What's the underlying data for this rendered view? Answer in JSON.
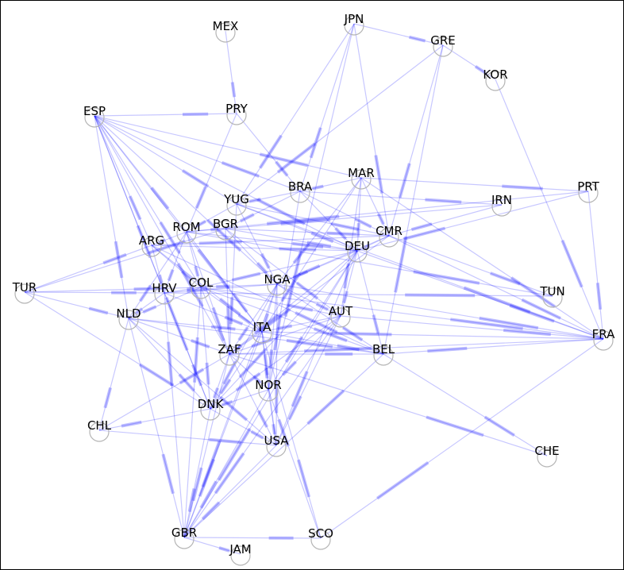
{
  "graph": {
    "colors": {
      "edge": "#0000ff",
      "node_ring": "#b4b4b4",
      "label": "#000000",
      "frame": "#000000"
    },
    "nodes": [
      {
        "id": "MEX",
        "label": "MEX"
      },
      {
        "id": "JPN",
        "label": "JPN"
      },
      {
        "id": "GRE",
        "label": "GRE"
      },
      {
        "id": "KOR",
        "label": "KOR"
      },
      {
        "id": "ESP",
        "label": "ESP"
      },
      {
        "id": "PRY",
        "label": "PRY"
      },
      {
        "id": "MAR",
        "label": "MAR"
      },
      {
        "id": "BRA",
        "label": "BRA"
      },
      {
        "id": "YUG",
        "label": "YUG"
      },
      {
        "id": "IRN",
        "label": "IRN"
      },
      {
        "id": "PRT",
        "label": "PRT"
      },
      {
        "id": "ROM",
        "label": "ROM"
      },
      {
        "id": "BGR",
        "label": "BGR"
      },
      {
        "id": "CMR",
        "label": "CMR"
      },
      {
        "id": "ARG",
        "label": "ARG"
      },
      {
        "id": "DEU",
        "label": "DEU"
      },
      {
        "id": "TUR",
        "label": "TUR"
      },
      {
        "id": "NGA",
        "label": "NGA"
      },
      {
        "id": "HRV",
        "label": "HRV"
      },
      {
        "id": "COL",
        "label": "COL"
      },
      {
        "id": "TUN",
        "label": "TUN"
      },
      {
        "id": "NLD",
        "label": "NLD"
      },
      {
        "id": "AUT",
        "label": "AUT"
      },
      {
        "id": "FRA",
        "label": "FRA"
      },
      {
        "id": "ITA",
        "label": "ITA"
      },
      {
        "id": "ZAF",
        "label": "ZAF"
      },
      {
        "id": "BEL",
        "label": "BEL"
      },
      {
        "id": "NOR",
        "label": "NOR"
      },
      {
        "id": "DNK",
        "label": "DNK"
      },
      {
        "id": "CHL",
        "label": "CHL"
      },
      {
        "id": "USA",
        "label": "USA"
      },
      {
        "id": "CHE",
        "label": "CHE"
      },
      {
        "id": "GBR",
        "label": "GBR"
      },
      {
        "id": "SCO",
        "label": "SCO"
      },
      {
        "id": "JAM",
        "label": "JAM"
      }
    ],
    "edges": [
      [
        "MEX",
        "PRY"
      ],
      [
        "JPN",
        "GRE"
      ],
      [
        "JPN",
        "YUG"
      ],
      [
        "JPN",
        "BRA"
      ],
      [
        "JPN",
        "CMR"
      ],
      [
        "JPN",
        "NOR"
      ],
      [
        "GRE",
        "KOR"
      ],
      [
        "GRE",
        "CMR"
      ],
      [
        "GRE",
        "YUG"
      ],
      [
        "GRE",
        "BEL"
      ],
      [
        "KOR",
        "FRA"
      ],
      [
        "ESP",
        "PRY"
      ],
      [
        "ESP",
        "YUG"
      ],
      [
        "ESP",
        "ROM"
      ],
      [
        "ESP",
        "ARG"
      ],
      [
        "ESP",
        "HRV"
      ],
      [
        "ESP",
        "NLD"
      ],
      [
        "ESP",
        "COL"
      ],
      [
        "ESP",
        "BRA"
      ],
      [
        "ESP",
        "DEU"
      ],
      [
        "ESP",
        "NGA"
      ],
      [
        "ESP",
        "ZAF"
      ],
      [
        "ESP",
        "ITA"
      ],
      [
        "ESP",
        "MAR"
      ],
      [
        "ESP",
        "DNK"
      ],
      [
        "PRY",
        "BRA"
      ],
      [
        "PRY",
        "ROM"
      ],
      [
        "MAR",
        "BRA"
      ],
      [
        "MAR",
        "CMR"
      ],
      [
        "MAR",
        "DEU"
      ],
      [
        "MAR",
        "PRT"
      ],
      [
        "MAR",
        "FRA"
      ],
      [
        "MAR",
        "NGA"
      ],
      [
        "MAR",
        "AUT"
      ],
      [
        "MAR",
        "ITA"
      ],
      [
        "BRA",
        "YUG"
      ],
      [
        "BRA",
        "DEU"
      ],
      [
        "BRA",
        "IRN"
      ],
      [
        "BRA",
        "NOR"
      ],
      [
        "BRA",
        "BGR"
      ],
      [
        "BRA",
        "CMR"
      ],
      [
        "YUG",
        "CMR"
      ],
      [
        "YUG",
        "DEU"
      ],
      [
        "YUG",
        "FRA"
      ],
      [
        "YUG",
        "ROM"
      ],
      [
        "YUG",
        "NGA"
      ],
      [
        "YUG",
        "ZAF"
      ],
      [
        "IRN",
        "BGR"
      ],
      [
        "IRN",
        "CMR"
      ],
      [
        "PRT",
        "ROM"
      ],
      [
        "PRT",
        "DEU"
      ],
      [
        "PRT",
        "FRA"
      ],
      [
        "ROM",
        "ARG"
      ],
      [
        "ROM",
        "BGR"
      ],
      [
        "ROM",
        "COL"
      ],
      [
        "ROM",
        "HRV"
      ],
      [
        "ROM",
        "ZAF"
      ],
      [
        "ROM",
        "ITA"
      ],
      [
        "ROM",
        "TUN"
      ],
      [
        "ROM",
        "NLD"
      ],
      [
        "ROM",
        "DEU"
      ],
      [
        "BGR",
        "CMR"
      ],
      [
        "BGR",
        "NGA"
      ],
      [
        "BGR",
        "ZAF"
      ],
      [
        "BGR",
        "DEU"
      ],
      [
        "BGR",
        "AUT"
      ],
      [
        "CMR",
        "DEU"
      ],
      [
        "CMR",
        "FRA"
      ],
      [
        "CMR",
        "ARG"
      ],
      [
        "CMR",
        "NGA"
      ],
      [
        "CMR",
        "ZAF"
      ],
      [
        "CMR",
        "TUN"
      ],
      [
        "ARG",
        "DEU"
      ],
      [
        "ARG",
        "COL"
      ],
      [
        "ARG",
        "HRV"
      ],
      [
        "ARG",
        "ITA"
      ],
      [
        "ARG",
        "BEL"
      ],
      [
        "DEU",
        "FRA"
      ],
      [
        "DEU",
        "COL"
      ],
      [
        "DEU",
        "NGA"
      ],
      [
        "DEU",
        "AUT"
      ],
      [
        "DEU",
        "BEL"
      ],
      [
        "DEU",
        "NOR"
      ],
      [
        "DEU",
        "ZAF"
      ],
      [
        "DEU",
        "USA"
      ],
      [
        "DEU",
        "GBR"
      ],
      [
        "DEU",
        "DNK"
      ],
      [
        "TUR",
        "ARG"
      ],
      [
        "TUR",
        "HRV"
      ],
      [
        "TUR",
        "COL"
      ],
      [
        "TUR",
        "NLD"
      ],
      [
        "TUR",
        "DNK"
      ],
      [
        "TUR",
        "BGR"
      ],
      [
        "NGA",
        "COL"
      ],
      [
        "NGA",
        "HRV"
      ],
      [
        "NGA",
        "ITA"
      ],
      [
        "NGA",
        "AUT"
      ],
      [
        "NGA",
        "ZAF"
      ],
      [
        "NGA",
        "FRA"
      ],
      [
        "NGA",
        "BEL"
      ],
      [
        "NGA",
        "NOR"
      ],
      [
        "NGA",
        "DNK"
      ],
      [
        "NGA",
        "USA"
      ],
      [
        "NGA",
        "GBR"
      ],
      [
        "HRV",
        "NLD"
      ],
      [
        "HRV",
        "COL"
      ],
      [
        "HRV",
        "ITA"
      ],
      [
        "HRV",
        "TUN"
      ],
      [
        "HRV",
        "DNK"
      ],
      [
        "COL",
        "NLD"
      ],
      [
        "COL",
        "ITA"
      ],
      [
        "COL",
        "ZAF"
      ],
      [
        "COL",
        "BEL"
      ],
      [
        "COL",
        "AUT"
      ],
      [
        "COL",
        "DNK"
      ],
      [
        "COL",
        "FRA"
      ],
      [
        "NLD",
        "ZAF"
      ],
      [
        "NLD",
        "DNK"
      ],
      [
        "NLD",
        "CHL"
      ],
      [
        "NLD",
        "USA"
      ],
      [
        "NLD",
        "GBR"
      ],
      [
        "NLD",
        "BEL"
      ],
      [
        "NLD",
        "ITA"
      ],
      [
        "AUT",
        "ITA"
      ],
      [
        "AUT",
        "ZAF"
      ],
      [
        "AUT",
        "NOR"
      ],
      [
        "AUT",
        "USA"
      ],
      [
        "AUT",
        "DNK"
      ],
      [
        "AUT",
        "GBR"
      ],
      [
        "AUT",
        "FRA"
      ],
      [
        "FRA",
        "ITA"
      ],
      [
        "FRA",
        "ZAF"
      ],
      [
        "FRA",
        "SCO"
      ],
      [
        "FRA",
        "BEL"
      ],
      [
        "ITA",
        "ZAF"
      ],
      [
        "ITA",
        "NOR"
      ],
      [
        "ITA",
        "DNK"
      ],
      [
        "ITA",
        "BEL"
      ],
      [
        "ITA",
        "GBR"
      ],
      [
        "ITA",
        "SCO"
      ],
      [
        "ZAF",
        "BEL"
      ],
      [
        "ZAF",
        "DNK"
      ],
      [
        "ZAF",
        "NOR"
      ],
      [
        "ZAF",
        "USA"
      ],
      [
        "ZAF",
        "GBR"
      ],
      [
        "ZAF",
        "CHE"
      ],
      [
        "NOR",
        "USA"
      ],
      [
        "NOR",
        "DNK"
      ],
      [
        "NOR",
        "GBR"
      ],
      [
        "DNK",
        "USA"
      ],
      [
        "DNK",
        "GBR"
      ],
      [
        "DNK",
        "CHL"
      ],
      [
        "CHL",
        "USA"
      ],
      [
        "CHL",
        "ZAF"
      ],
      [
        "USA",
        "GBR"
      ],
      [
        "USA",
        "ITA"
      ],
      [
        "BEL",
        "CHE"
      ],
      [
        "GBR",
        "SCO"
      ],
      [
        "GBR",
        "JAM"
      ],
      [
        "GBR",
        "BEL"
      ],
      [
        "GBR",
        "COL"
      ],
      [
        "GBR",
        "HRV"
      ],
      [
        "SCO",
        "NOR"
      ]
    ]
  }
}
